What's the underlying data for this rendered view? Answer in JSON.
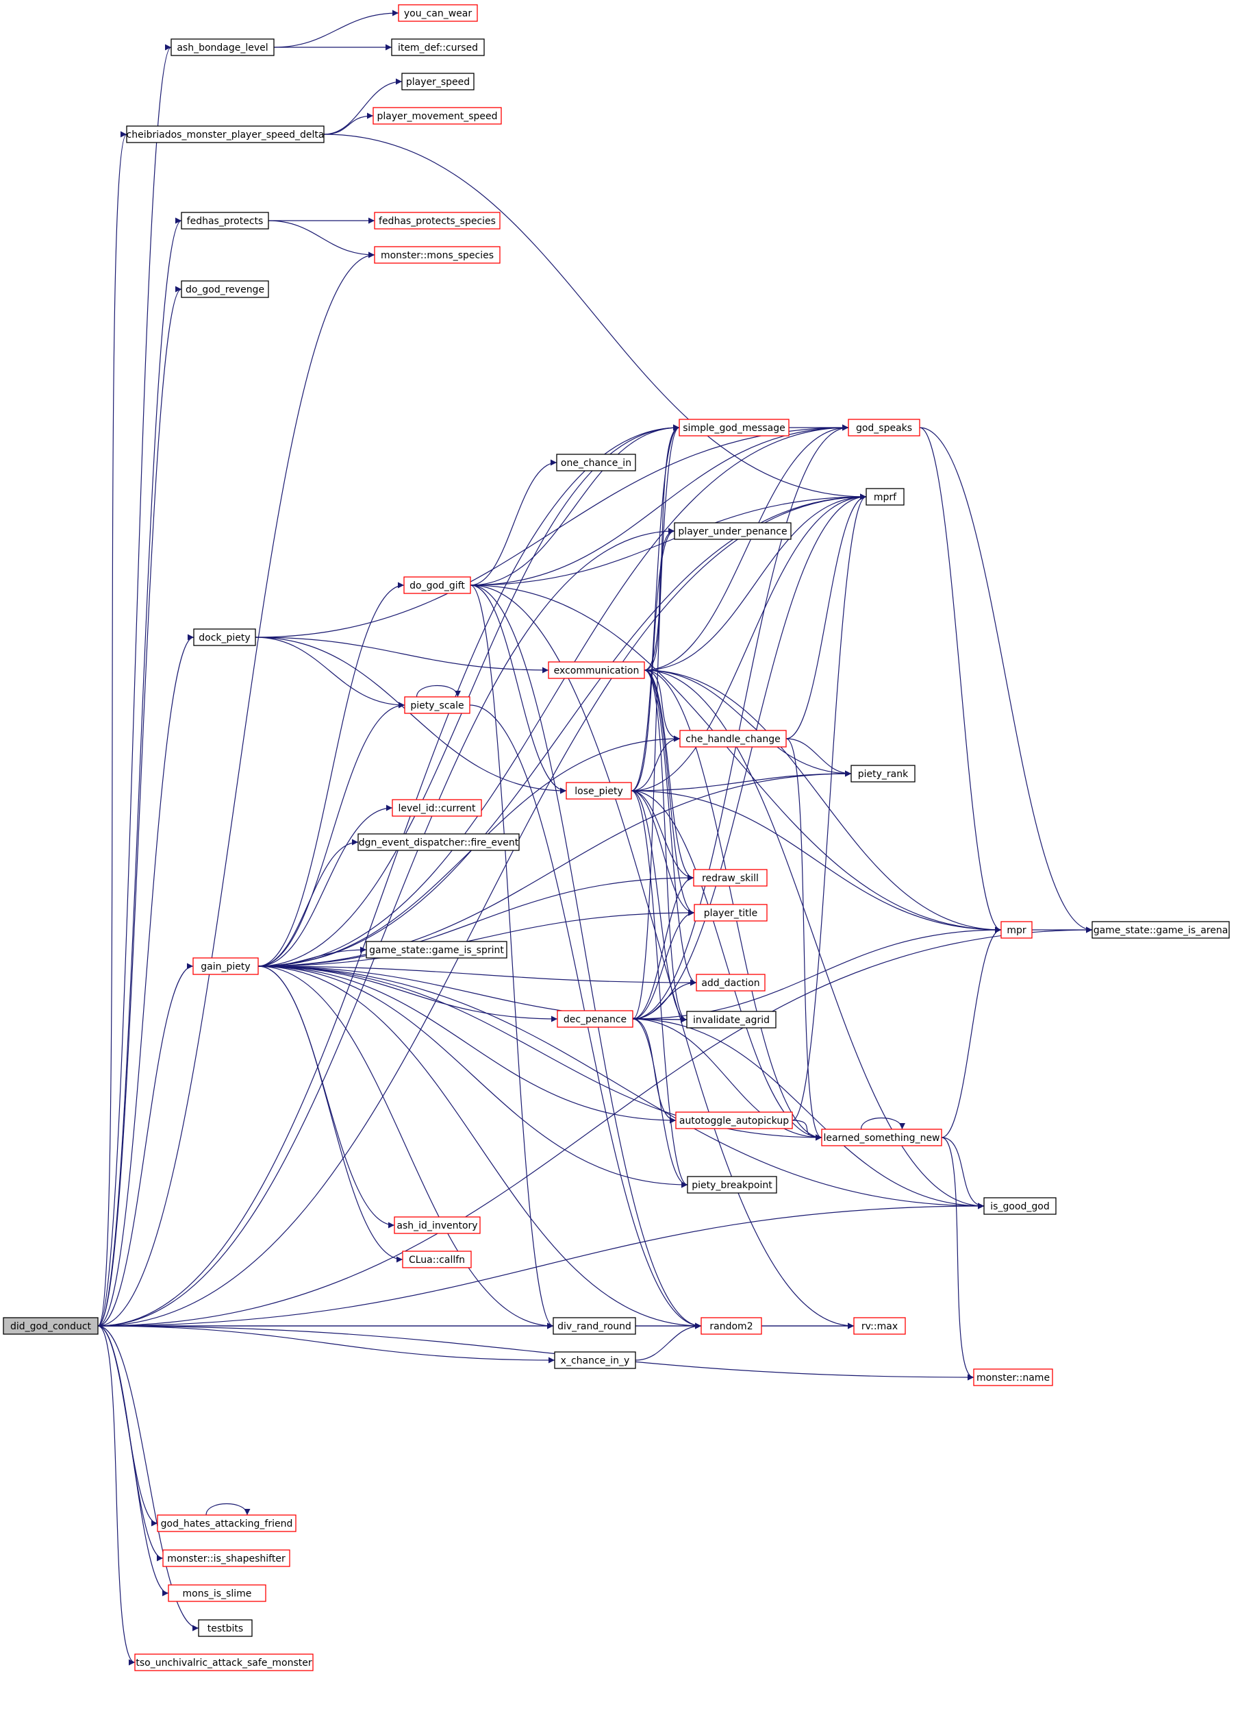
{
  "colors": {
    "edge": "#191970",
    "black_border": "#000000",
    "red_border": "#ff0000",
    "root_fill": "#bfbfbf"
  },
  "nodes": [
    {
      "id": "did_god_conduct",
      "label": "did_god_conduct",
      "border": "root"
    },
    {
      "id": "ash_bondage_level",
      "label": "ash_bondage_level",
      "border": "black"
    },
    {
      "id": "you_can_wear",
      "label": "you_can_wear",
      "border": "red"
    },
    {
      "id": "item_def_cursed",
      "label": "item_def::cursed",
      "border": "black"
    },
    {
      "id": "cheibriados",
      "label": "cheibriados_monster_player_speed_delta",
      "border": "black"
    },
    {
      "id": "player_speed",
      "label": "player_speed",
      "border": "black"
    },
    {
      "id": "player_movement_speed",
      "label": "player_movement_speed",
      "border": "red"
    },
    {
      "id": "fedhas_protects",
      "label": "fedhas_protects",
      "border": "black"
    },
    {
      "id": "fedhas_protects_species",
      "label": "fedhas_protects_species",
      "border": "red"
    },
    {
      "id": "mons_species",
      "label": "monster::mons_species",
      "border": "red"
    },
    {
      "id": "do_god_revenge",
      "label": "do_god_revenge",
      "border": "black"
    },
    {
      "id": "simple_god_message",
      "label": "simple_god_message",
      "border": "red"
    },
    {
      "id": "god_speaks",
      "label": "god_speaks",
      "border": "red"
    },
    {
      "id": "one_chance_in",
      "label": "one_chance_in",
      "border": "black"
    },
    {
      "id": "mprf",
      "label": "mprf",
      "border": "black"
    },
    {
      "id": "player_under_penance",
      "label": "player_under_penance",
      "border": "black"
    },
    {
      "id": "do_god_gift",
      "label": "do_god_gift",
      "border": "red"
    },
    {
      "id": "dock_piety",
      "label": "dock_piety",
      "border": "black"
    },
    {
      "id": "excommunication",
      "label": "excommunication",
      "border": "red"
    },
    {
      "id": "piety_scale",
      "label": "piety_scale",
      "border": "red"
    },
    {
      "id": "che_handle_change",
      "label": "che_handle_change",
      "border": "red"
    },
    {
      "id": "piety_rank",
      "label": "piety_rank",
      "border": "black"
    },
    {
      "id": "lose_piety",
      "label": "lose_piety",
      "border": "red"
    },
    {
      "id": "level_id_current",
      "label": "level_id::current",
      "border": "red"
    },
    {
      "id": "fire_event",
      "label": "dgn_event_dispatcher::fire_event",
      "border": "black"
    },
    {
      "id": "redraw_skill",
      "label": "redraw_skill",
      "border": "red"
    },
    {
      "id": "player_title",
      "label": "player_title",
      "border": "red"
    },
    {
      "id": "mpr",
      "label": "mpr",
      "border": "red"
    },
    {
      "id": "game_is_arena",
      "label": "game_state::game_is_arena",
      "border": "black"
    },
    {
      "id": "gain_piety",
      "label": "gain_piety",
      "border": "red"
    },
    {
      "id": "game_is_sprint",
      "label": "game_state::game_is_sprint",
      "border": "black"
    },
    {
      "id": "add_daction",
      "label": "add_daction",
      "border": "red"
    },
    {
      "id": "dec_penance",
      "label": "dec_penance",
      "border": "red"
    },
    {
      "id": "invalidate_agrid",
      "label": "invalidate_agrid",
      "border": "black"
    },
    {
      "id": "autotoggle_autopickup",
      "label": "autotoggle_autopickup",
      "border": "red"
    },
    {
      "id": "learned_something_new",
      "label": "learned_something_new",
      "border": "red"
    },
    {
      "id": "piety_breakpoint",
      "label": "piety_breakpoint",
      "border": "black"
    },
    {
      "id": "is_good_god",
      "label": "is_good_god",
      "border": "black"
    },
    {
      "id": "ash_id_inventory",
      "label": "ash_id_inventory",
      "border": "red"
    },
    {
      "id": "clua_callfn",
      "label": "CLua::callfn",
      "border": "red"
    },
    {
      "id": "div_rand_round",
      "label": "div_rand_round",
      "border": "black"
    },
    {
      "id": "random2",
      "label": "random2",
      "border": "red"
    },
    {
      "id": "rv_max",
      "label": "rv::max",
      "border": "red"
    },
    {
      "id": "x_chance_in_y",
      "label": "x_chance_in_y",
      "border": "black"
    },
    {
      "id": "monster_name",
      "label": "monster::name",
      "border": "red"
    },
    {
      "id": "god_hates_attacking_friend",
      "label": "god_hates_attacking_friend",
      "border": "red"
    },
    {
      "id": "is_shapeshifter",
      "label": "monster::is_shapeshifter",
      "border": "red"
    },
    {
      "id": "mons_is_slime",
      "label": "mons_is_slime",
      "border": "red"
    },
    {
      "id": "testbits",
      "label": "testbits",
      "border": "black"
    },
    {
      "id": "tso_unchivalric",
      "label": "tso_unchivalric_attack_safe_monster",
      "border": "red"
    }
  ],
  "edges": [
    [
      "did_god_conduct",
      "ash_bondage_level"
    ],
    [
      "ash_bondage_level",
      "you_can_wear"
    ],
    [
      "ash_bondage_level",
      "item_def_cursed"
    ],
    [
      "did_god_conduct",
      "cheibriados"
    ],
    [
      "cheibriados",
      "player_speed"
    ],
    [
      "cheibriados",
      "player_movement_speed"
    ],
    [
      "cheibriados",
      "mprf"
    ],
    [
      "did_god_conduct",
      "fedhas_protects"
    ],
    [
      "fedhas_protects",
      "fedhas_protects_species"
    ],
    [
      "fedhas_protects",
      "mons_species"
    ],
    [
      "did_god_conduct",
      "mons_species"
    ],
    [
      "did_god_conduct",
      "do_god_revenge"
    ],
    [
      "did_god_conduct",
      "simple_god_message"
    ],
    [
      "did_god_conduct",
      "mprf"
    ],
    [
      "did_god_conduct",
      "player_under_penance"
    ],
    [
      "did_god_conduct",
      "dock_piety"
    ],
    [
      "did_god_conduct",
      "gain_piety"
    ],
    [
      "did_god_conduct",
      "div_rand_round"
    ],
    [
      "did_god_conduct",
      "x_chance_in_y"
    ],
    [
      "did_god_conduct",
      "rv_max"
    ],
    [
      "did_god_conduct",
      "is_good_god"
    ],
    [
      "did_god_conduct",
      "monster_name"
    ],
    [
      "did_god_conduct",
      "god_hates_attacking_friend"
    ],
    [
      "did_god_conduct",
      "is_shapeshifter"
    ],
    [
      "did_god_conduct",
      "mons_is_slime"
    ],
    [
      "did_god_conduct",
      "testbits"
    ],
    [
      "did_god_conduct",
      "tso_unchivalric"
    ],
    [
      "did_god_conduct",
      "game_is_arena"
    ],
    [
      "god_hates_attacking_friend",
      "god_hates_attacking_friend"
    ],
    [
      "dock_piety",
      "god_speaks"
    ],
    [
      "dock_piety",
      "excommunication"
    ],
    [
      "dock_piety",
      "piety_scale"
    ],
    [
      "dock_piety",
      "lose_piety"
    ],
    [
      "simple_god_message",
      "god_speaks"
    ],
    [
      "god_speaks",
      "mpr"
    ],
    [
      "god_speaks",
      "game_is_arena"
    ],
    [
      "mpr",
      "game_is_arena"
    ],
    [
      "do_god_gift",
      "one_chance_in"
    ],
    [
      "do_god_gift",
      "simple_god_message"
    ],
    [
      "do_god_gift",
      "mprf"
    ],
    [
      "do_god_gift",
      "god_speaks"
    ],
    [
      "do_god_gift",
      "mpr"
    ],
    [
      "do_god_gift",
      "lose_piety"
    ],
    [
      "do_god_gift",
      "div_rand_round"
    ],
    [
      "do_god_gift",
      "random2"
    ],
    [
      "do_god_gift",
      "rv_max"
    ],
    [
      "excommunication",
      "simple_god_message"
    ],
    [
      "excommunication",
      "player_under_penance"
    ],
    [
      "excommunication",
      "mprf"
    ],
    [
      "excommunication",
      "god_speaks"
    ],
    [
      "excommunication",
      "mpr"
    ],
    [
      "excommunication",
      "che_handle_change"
    ],
    [
      "excommunication",
      "piety_rank"
    ],
    [
      "excommunication",
      "redraw_skill"
    ],
    [
      "excommunication",
      "player_title"
    ],
    [
      "excommunication",
      "add_daction"
    ],
    [
      "excommunication",
      "invalidate_agrid"
    ],
    [
      "excommunication",
      "learned_something_new"
    ],
    [
      "excommunication",
      "is_good_god"
    ],
    [
      "piety_scale",
      "piety_scale"
    ],
    [
      "piety_scale",
      "random2"
    ],
    [
      "che_handle_change",
      "mprf"
    ],
    [
      "che_handle_change",
      "piety_rank"
    ],
    [
      "che_handle_change",
      "learned_something_new"
    ],
    [
      "lose_piety",
      "simple_god_message"
    ],
    [
      "lose_piety",
      "player_under_penance"
    ],
    [
      "lose_piety",
      "mprf"
    ],
    [
      "lose_piety",
      "che_handle_change"
    ],
    [
      "lose_piety",
      "piety_rank"
    ],
    [
      "lose_piety",
      "redraw_skill"
    ],
    [
      "lose_piety",
      "player_title"
    ],
    [
      "lose_piety",
      "invalidate_agrid"
    ],
    [
      "lose_piety",
      "learned_something_new"
    ],
    [
      "lose_piety",
      "piety_breakpoint"
    ],
    [
      "lose_piety",
      "mpr"
    ],
    [
      "gain_piety",
      "simple_god_message"
    ],
    [
      "gain_piety",
      "mprf"
    ],
    [
      "gain_piety",
      "god_speaks"
    ],
    [
      "gain_piety",
      "do_god_gift"
    ],
    [
      "gain_piety",
      "piety_scale"
    ],
    [
      "gain_piety",
      "che_handle_change"
    ],
    [
      "gain_piety",
      "level_id_current"
    ],
    [
      "gain_piety",
      "fire_event"
    ],
    [
      "gain_piety",
      "redraw_skill"
    ],
    [
      "gain_piety",
      "player_title"
    ],
    [
      "gain_piety",
      "game_is_sprint"
    ],
    [
      "gain_piety",
      "add_daction"
    ],
    [
      "gain_piety",
      "dec_penance"
    ],
    [
      "gain_piety",
      "invalidate_agrid"
    ],
    [
      "gain_piety",
      "autotoggle_autopickup"
    ],
    [
      "gain_piety",
      "piety_breakpoint"
    ],
    [
      "gain_piety",
      "learned_something_new"
    ],
    [
      "gain_piety",
      "ash_id_inventory"
    ],
    [
      "gain_piety",
      "clua_callfn"
    ],
    [
      "gain_piety",
      "div_rand_round"
    ],
    [
      "gain_piety",
      "is_good_god"
    ],
    [
      "gain_piety",
      "piety_rank"
    ],
    [
      "gain_piety",
      "random2"
    ],
    [
      "dec_penance",
      "simple_god_message"
    ],
    [
      "dec_penance",
      "mprf"
    ],
    [
      "dec_penance",
      "god_speaks"
    ],
    [
      "dec_penance",
      "player_title"
    ],
    [
      "dec_penance",
      "add_daction"
    ],
    [
      "dec_penance",
      "invalidate_agrid"
    ],
    [
      "dec_penance",
      "autotoggle_autopickup"
    ],
    [
      "dec_penance",
      "mpr"
    ],
    [
      "dec_penance",
      "learned_something_new"
    ],
    [
      "dec_penance",
      "piety_breakpoint"
    ],
    [
      "dec_penance",
      "is_good_god"
    ],
    [
      "dec_penance",
      "redraw_skill"
    ],
    [
      "autotoggle_autopickup",
      "learned_something_new"
    ],
    [
      "autotoggle_autopickup",
      "mprf"
    ],
    [
      "learned_something_new",
      "learned_something_new"
    ],
    [
      "learned_something_new",
      "mpr"
    ],
    [
      "learned_something_new",
      "is_good_god"
    ],
    [
      "learned_something_new",
      "monster_name"
    ],
    [
      "div_rand_round",
      "random2"
    ],
    [
      "x_chance_in_y",
      "random2"
    ],
    [
      "random2",
      "rv_max"
    ]
  ]
}
